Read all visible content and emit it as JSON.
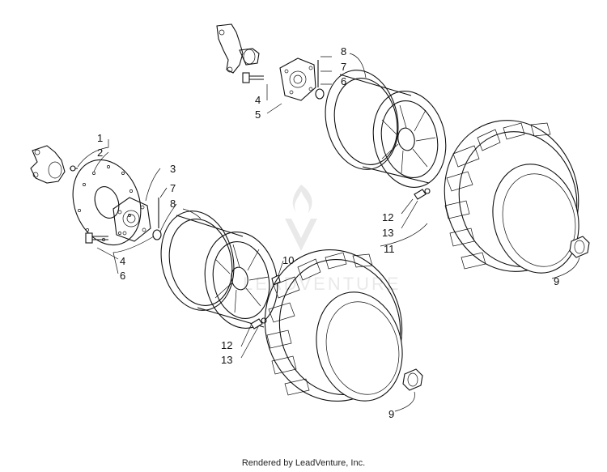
{
  "diagram": {
    "callouts": [
      {
        "id": "c1",
        "label": "1"
      },
      {
        "id": "c2",
        "label": "2"
      },
      {
        "id": "c3",
        "label": "3"
      },
      {
        "id": "c4a",
        "label": "4"
      },
      {
        "id": "c4b",
        "label": "4"
      },
      {
        "id": "c5",
        "label": "5"
      },
      {
        "id": "c6a",
        "label": "6"
      },
      {
        "id": "c6b",
        "label": "6"
      },
      {
        "id": "c7a",
        "label": "7"
      },
      {
        "id": "c7b",
        "label": "7"
      },
      {
        "id": "c8a",
        "label": "8"
      },
      {
        "id": "c8b",
        "label": "8"
      },
      {
        "id": "c9a",
        "label": "9"
      },
      {
        "id": "c9b",
        "label": "9"
      },
      {
        "id": "c10",
        "label": "10"
      },
      {
        "id": "c11",
        "label": "11"
      },
      {
        "id": "c12a",
        "label": "12"
      },
      {
        "id": "c12b",
        "label": "12"
      },
      {
        "id": "c13a",
        "label": "13"
      },
      {
        "id": "c13b",
        "label": "13"
      }
    ],
    "watermark_icon": "leadventure-flame-logo-icon",
    "watermark_text": "LEADVENTURE"
  },
  "footer": {
    "credit": "Rendered by LeadVenture, Inc."
  }
}
